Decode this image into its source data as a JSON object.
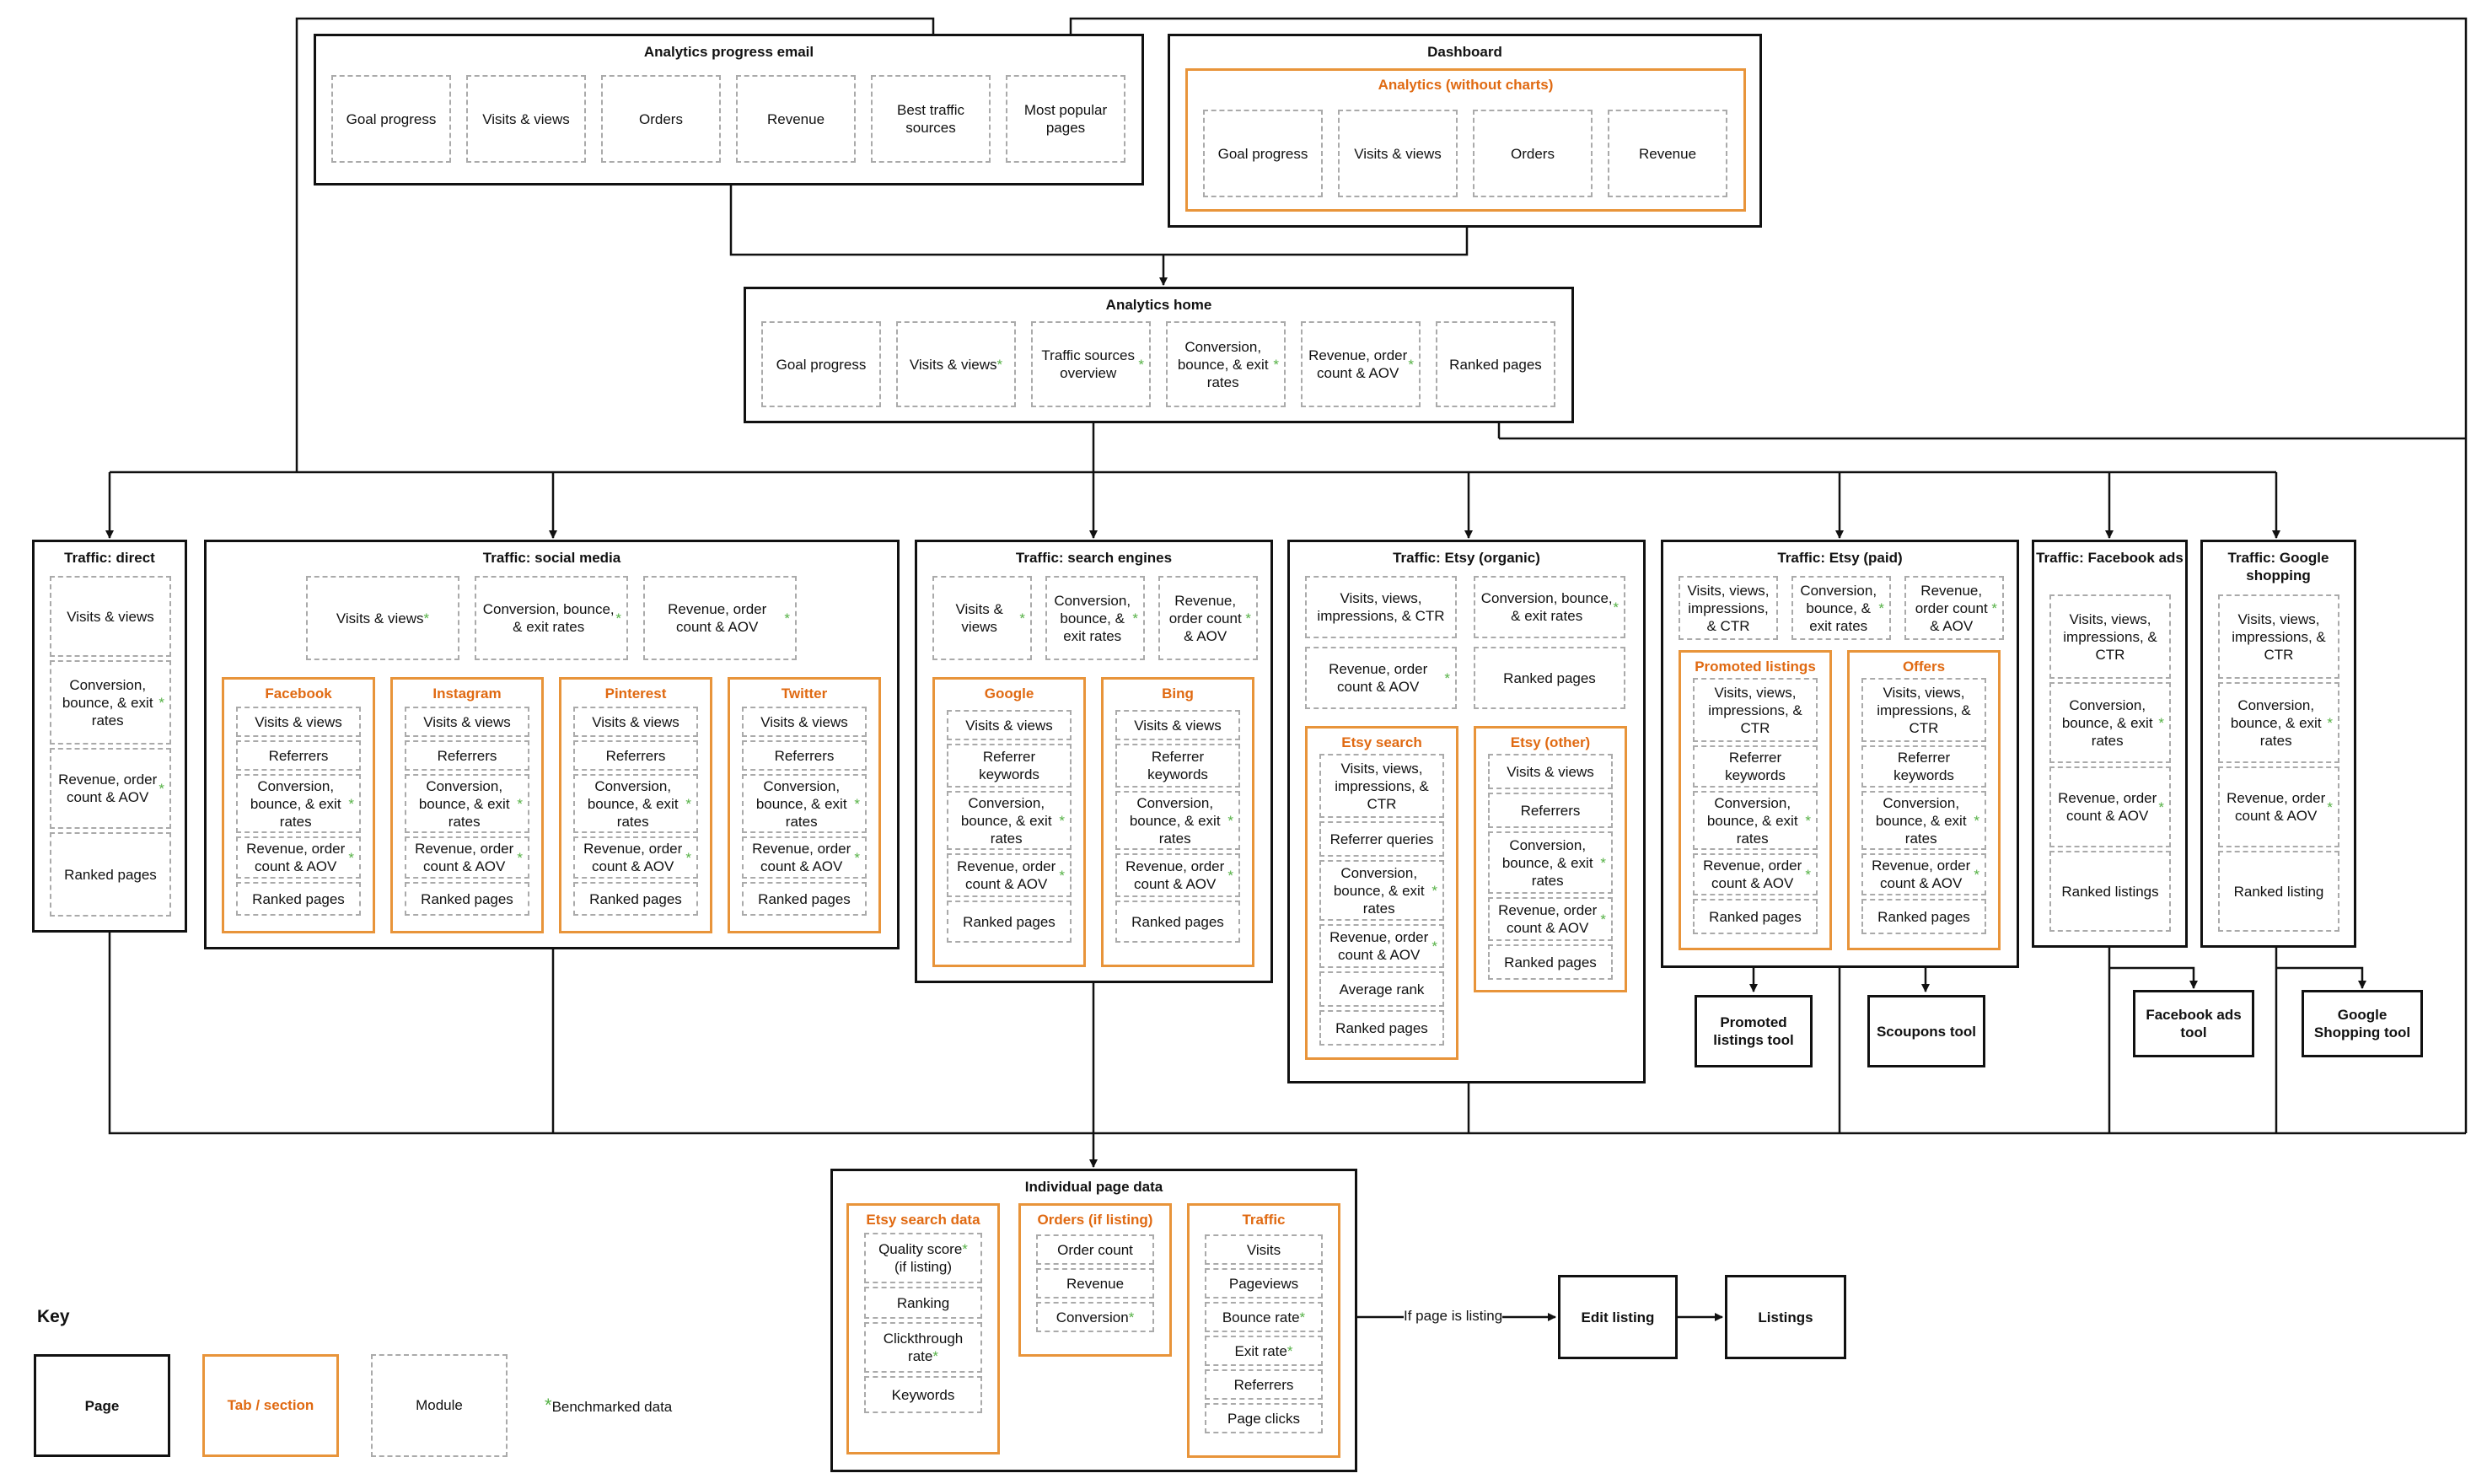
{
  "star": "*",
  "email": {
    "title": "Analytics progress email",
    "modules": [
      "Goal progress",
      "Visits & views",
      "Orders",
      "Revenue",
      "Best traffic sources",
      "Most popular pages"
    ]
  },
  "dashboard": {
    "title": "Dashboard",
    "tab": "Analytics (without charts)",
    "modules": [
      "Goal progress",
      "Visits & views",
      "Orders",
      "Revenue"
    ]
  },
  "home": {
    "title": "Analytics home",
    "modules": [
      {
        "text": "Goal progress"
      },
      {
        "text": "Visits & views",
        "star": true
      },
      {
        "text": "Traffic sources overview",
        "star": true
      },
      {
        "text": "Conversion, bounce, & exit rates",
        "bm": true
      },
      {
        "text": "Revenue, order count & AOV",
        "star": true
      },
      {
        "text": "Ranked pages"
      }
    ]
  },
  "direct": {
    "title": "Traffic: direct",
    "modules": [
      {
        "text": "Visits & views"
      },
      {
        "text": "Conversion, bounce, & exit rates",
        "bm": true
      },
      {
        "text": "Revenue, order count & AOV",
        "star": true
      },
      {
        "text": "Ranked pages"
      }
    ]
  },
  "social": {
    "title": "Traffic: social media",
    "modules": [
      {
        "text": "Visits & views",
        "star": true
      },
      {
        "text": "Conversion, bounce, & exit rates",
        "bm": true
      },
      {
        "text": "Revenue, order count & AOV",
        "star": true
      }
    ],
    "tabs": [
      {
        "title": "Facebook",
        "modules": [
          "Visits & views",
          "Referrers",
          "Conversion, bounce, & exit rates",
          "Revenue, order count & AOV",
          "Ranked pages"
        ]
      },
      {
        "title": "Instagram",
        "modules": [
          "Visits & views",
          "Referrers",
          "Conversion, bounce, & exit rates",
          "Revenue, order count & AOV",
          "Ranked pages"
        ]
      },
      {
        "title": "Pinterest",
        "modules": [
          "Visits & views",
          "Referrers",
          "Conversion, bounce, & exit rates",
          "Revenue, order count & AOV",
          "Ranked pages"
        ]
      },
      {
        "title": "Twitter",
        "modules": [
          "Visits & views",
          "Referrers",
          "Conversion, bounce, & exit rates",
          "Revenue, order count & AOV",
          "Ranked pages"
        ]
      }
    ]
  },
  "search": {
    "title": "Traffic: search engines",
    "modules": [
      {
        "text": "Visits & views",
        "star": true
      },
      {
        "text": "Conversion, bounce, & exit rates",
        "bm": true
      },
      {
        "text": "Revenue, order count & AOV",
        "star": true
      }
    ],
    "tabs": [
      {
        "title": "Google",
        "modules": [
          "Visits & views",
          "Referrer keywords",
          "Conversion, bounce, & exit rates",
          "Revenue, order count & AOV",
          "Ranked pages"
        ]
      },
      {
        "title": "Bing",
        "modules": [
          "Visits & views",
          "Referrer keywords",
          "Conversion, bounce, & exit rates",
          "Revenue, order count & AOV",
          "Ranked pages"
        ]
      }
    ]
  },
  "etsy_organic": {
    "title": "Traffic: Etsy (organic)",
    "modules": [
      {
        "text": "Visits, views, impressions, & CTR"
      },
      {
        "text": "Conversion, bounce, & exit rates",
        "bm": true
      },
      {
        "text": "Revenue, order count & AOV",
        "star": true
      },
      {
        "text": "Ranked pages"
      }
    ],
    "tabs": [
      {
        "title": "Etsy search",
        "modules": [
          "Visits, views, impressions, & CTR",
          "Referrer queries",
          "Conversion, bounce, & exit rates",
          "Revenue, order count & AOV",
          "Average rank",
          "Ranked pages"
        ]
      },
      {
        "title": "Etsy (other)",
        "modules": [
          "Visits & views",
          "Referrers",
          "Conversion, bounce, & exit rates",
          "Revenue, order count & AOV",
          "Ranked pages"
        ]
      }
    ]
  },
  "etsy_paid": {
    "title": "Traffic: Etsy (paid)",
    "modules": [
      {
        "text": "Visits, views, impressions, & CTR"
      },
      {
        "text": "Conversion, bounce, & exit rates",
        "bm": true
      },
      {
        "text": "Revenue, order count & AOV",
        "star": true
      }
    ],
    "tabs": [
      {
        "title": "Promoted listings",
        "modules": [
          "Visits, views, impressions, & CTR",
          "Referrer keywords",
          "Conversion, bounce, & exit rates",
          "Revenue, order count & AOV",
          "Ranked pages"
        ]
      },
      {
        "title": "Offers",
        "modules": [
          "Visits, views, impressions, & CTR",
          "Referrer keywords",
          "Conversion, bounce, & exit rates",
          "Revenue, order count & AOV",
          "Ranked pages"
        ]
      }
    ]
  },
  "facebook_ads": {
    "title": "Traffic: Facebook ads",
    "modules": [
      {
        "text": "Visits, views, impressions, & CTR"
      },
      {
        "text": "Conversion, bounce, & exit rates",
        "bm": true
      },
      {
        "text": "Revenue, order count & AOV",
        "star": true
      },
      {
        "text": "Ranked listings"
      }
    ]
  },
  "google_shopping": {
    "title": "Traffic: Google shopping",
    "modules": [
      {
        "text": "Visits, views, impressions, & CTR"
      },
      {
        "text": "Conversion, bounce, & exit rates",
        "bm": true
      },
      {
        "text": "Revenue, order count & AOV",
        "star": true
      },
      {
        "text": "Ranked listing"
      }
    ]
  },
  "tools": {
    "promoted": "Promoted listings tool",
    "scoupons": "Scoupons tool",
    "facebook_ads": "Facebook ads tool",
    "google_shopping": "Google Shopping tool",
    "edit_listing": "Edit listing",
    "listings": "Listings"
  },
  "individual": {
    "title": "Individual page data",
    "tabs": [
      {
        "title": "Etsy search data",
        "modules": [
          {
            "pre": "Quality score",
            "star": true,
            "post": " (if listing)"
          },
          {
            "pre": "Ranking"
          },
          {
            "pre": "Clickthrough rate",
            "star": true
          },
          {
            "pre": "Keywords"
          }
        ]
      },
      {
        "title": "Orders (if listing)",
        "modules": [
          {
            "pre": "Order count"
          },
          {
            "pre": "Revenue"
          },
          {
            "pre": "Conversion",
            "star": true
          }
        ]
      },
      {
        "title": "Traffic",
        "modules": [
          {
            "pre": "Visits"
          },
          {
            "pre": "Pageviews"
          },
          {
            "pre": "Bounce rate",
            "star": true
          },
          {
            "pre": "Exit rate",
            "star": true
          },
          {
            "pre": "Referrers"
          },
          {
            "pre": "Page clicks"
          }
        ]
      }
    ]
  },
  "edge_label": "If page is listing",
  "key": {
    "title": "Key",
    "page": "Page",
    "tab": "Tab / section",
    "module": "Module",
    "benchmarked": "Benchmarked data"
  }
}
